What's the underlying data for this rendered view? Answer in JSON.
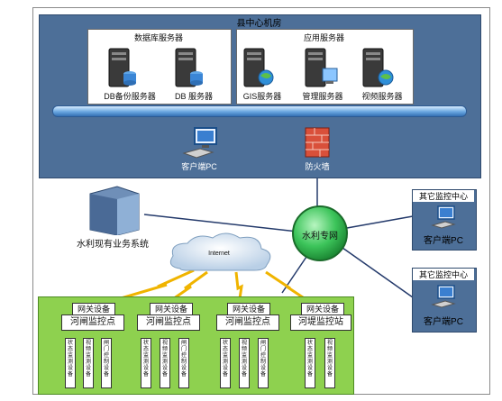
{
  "center": {
    "title": "县中心机房",
    "db_group": {
      "title": "数据库服务器",
      "servers": [
        {
          "label": "DB备份服务器",
          "icon": "db-server-icon"
        },
        {
          "label": "DB 服务器",
          "icon": "db-server-icon"
        }
      ]
    },
    "app_group": {
      "title": "应用服务器",
      "servers": [
        {
          "label": "GIS服务器",
          "icon": "gis-server-icon"
        },
        {
          "label": "管理服务器",
          "icon": "management-server-icon"
        },
        {
          "label": "视频服务器",
          "icon": "video-server-icon"
        }
      ]
    },
    "client_label": "客户端PC",
    "firewall_label": "防火墙"
  },
  "legacy_system": "水利现有业务系统",
  "private_net": "水利专网",
  "internet": "Internet",
  "other_centers": [
    {
      "title": "其它监控中心",
      "client": "客户端PC"
    },
    {
      "title": "其它监控中心",
      "client": "客户端PC"
    }
  ],
  "sites": [
    {
      "gateway": "网关设备",
      "station": "河闸监控点",
      "devices": [
        "状态监测设备",
        "视频监测设备",
        "闸门控制设备"
      ]
    },
    {
      "gateway": "网关设备",
      "station": "河闸监控点",
      "devices": [
        "状态监测设备",
        "视频监测设备",
        "闸门控制设备"
      ]
    },
    {
      "gateway": "网关设备",
      "station": "河闸监控点",
      "devices": [
        "状态监测设备",
        "视频监测设备",
        "闸门控制设备"
      ]
    },
    {
      "gateway": "网关设备",
      "station": "河堤监控站",
      "devices": [
        "状态监测设备",
        "视频监测设备"
      ]
    }
  ],
  "colors": {
    "center_bg": "#4d6f98",
    "field_bg": "#8ed14f",
    "private_net": "#3cc45a",
    "link": "#243a6b",
    "wireless": "#f0b400"
  }
}
